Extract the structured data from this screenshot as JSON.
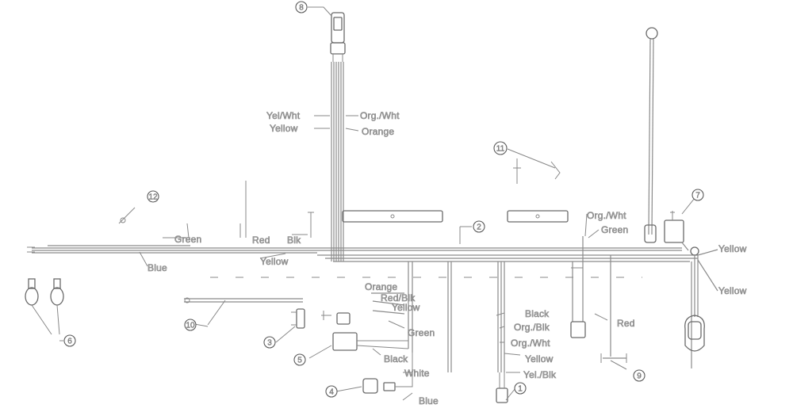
{
  "diagram": {
    "wire_labels": {
      "yel_wht_top": "Yel/Wht",
      "yellow_top": "Yellow",
      "org_wht_top": "Org./Wht",
      "orange_top": "Orange",
      "org_wht_right": "Org./Wht",
      "green_right": "Green",
      "green_left": "Green",
      "red_left": "Red",
      "black_left": "Blk",
      "blue_left": "Blue",
      "yellow_mid": "Yellow",
      "yellow_right_top": "Yellow",
      "yellow_right_bottom": "Yellow",
      "orange_mid": "Orange",
      "red_blk_mid": "Red/Blk",
      "yellow_mid2": "Yellow",
      "green_mid": "Green",
      "black_mid": "Black",
      "white_mid": "White",
      "blue_mid": "Blue",
      "black_right": "Black",
      "org_blk_right": "Org./Blk",
      "org_wht_right2": "Org./Wht",
      "yellow_right2": "Yellow",
      "yel_blk_right": "Yel./Blk",
      "red_right": "Red"
    },
    "callouts": {
      "c1": "1",
      "c2": "2",
      "c3": "3",
      "c4": "4",
      "c5": "5",
      "c6": "6",
      "c7": "7",
      "c8": "8",
      "c9": "9",
      "c10": "10",
      "c11": "11",
      "c12": "12"
    }
  }
}
